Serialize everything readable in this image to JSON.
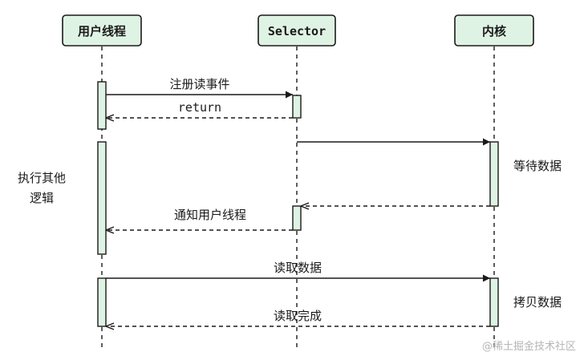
{
  "participants": {
    "user_thread": "用户线程",
    "selector": "Selector",
    "kernel": "内核"
  },
  "messages": {
    "register_read": "注册读事件",
    "return": "return",
    "notify_user_thread": "通知用户线程",
    "read_data": "读取数据",
    "read_complete": "读取完成"
  },
  "notes": {
    "do_other_line1": "执行其他",
    "do_other_line2": "逻辑",
    "wait_data": "等待数据",
    "copy_data": "拷贝数据"
  },
  "watermark": "@稀土掘金技术社区"
}
